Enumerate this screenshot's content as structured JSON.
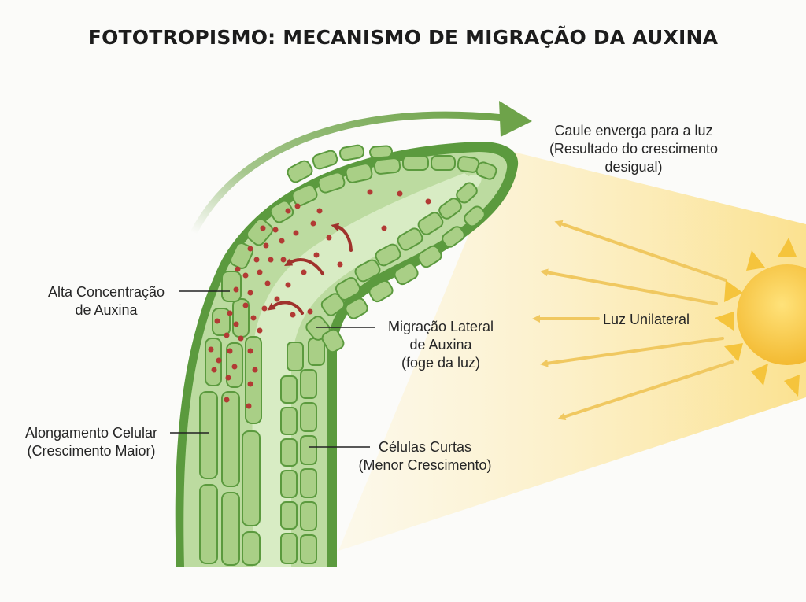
{
  "title": "FOTOTROPISMO: MECANISMO DE MIGRAÇÃO DA AUXINA",
  "labels": {
    "bend": [
      "Caule enverga para a luz",
      "(Resultado do crescimento",
      "desigual)"
    ],
    "light": "Luz Unilateral",
    "high_auxin": [
      "Alta Concentração",
      "de Auxina"
    ],
    "migration": [
      "Migração Lateral",
      "de Auxina",
      "(foge da luz)"
    ],
    "elongation": [
      "Alongamento Celular",
      "(Crescimento Maior)"
    ],
    "short_cells": [
      "Células Curtas",
      "(Menor Crescimento)"
    ]
  },
  "colors": {
    "stem_outer": "#5b9a3e",
    "stem_fill": "#bcdba0",
    "cell_fill": "#a9cf86",
    "inner_fill": "#d8ecc4",
    "auxin": "#b23a34",
    "auxin_arrow": "#a0322c",
    "sun": "#f5c43c",
    "light_beam": "#fbeaa4",
    "bend_arrow": "#7faf5c"
  },
  "icons": [
    "sun-icon",
    "light-ray-arrow",
    "auxin-migration-arrow",
    "bend-direction-arrow"
  ]
}
